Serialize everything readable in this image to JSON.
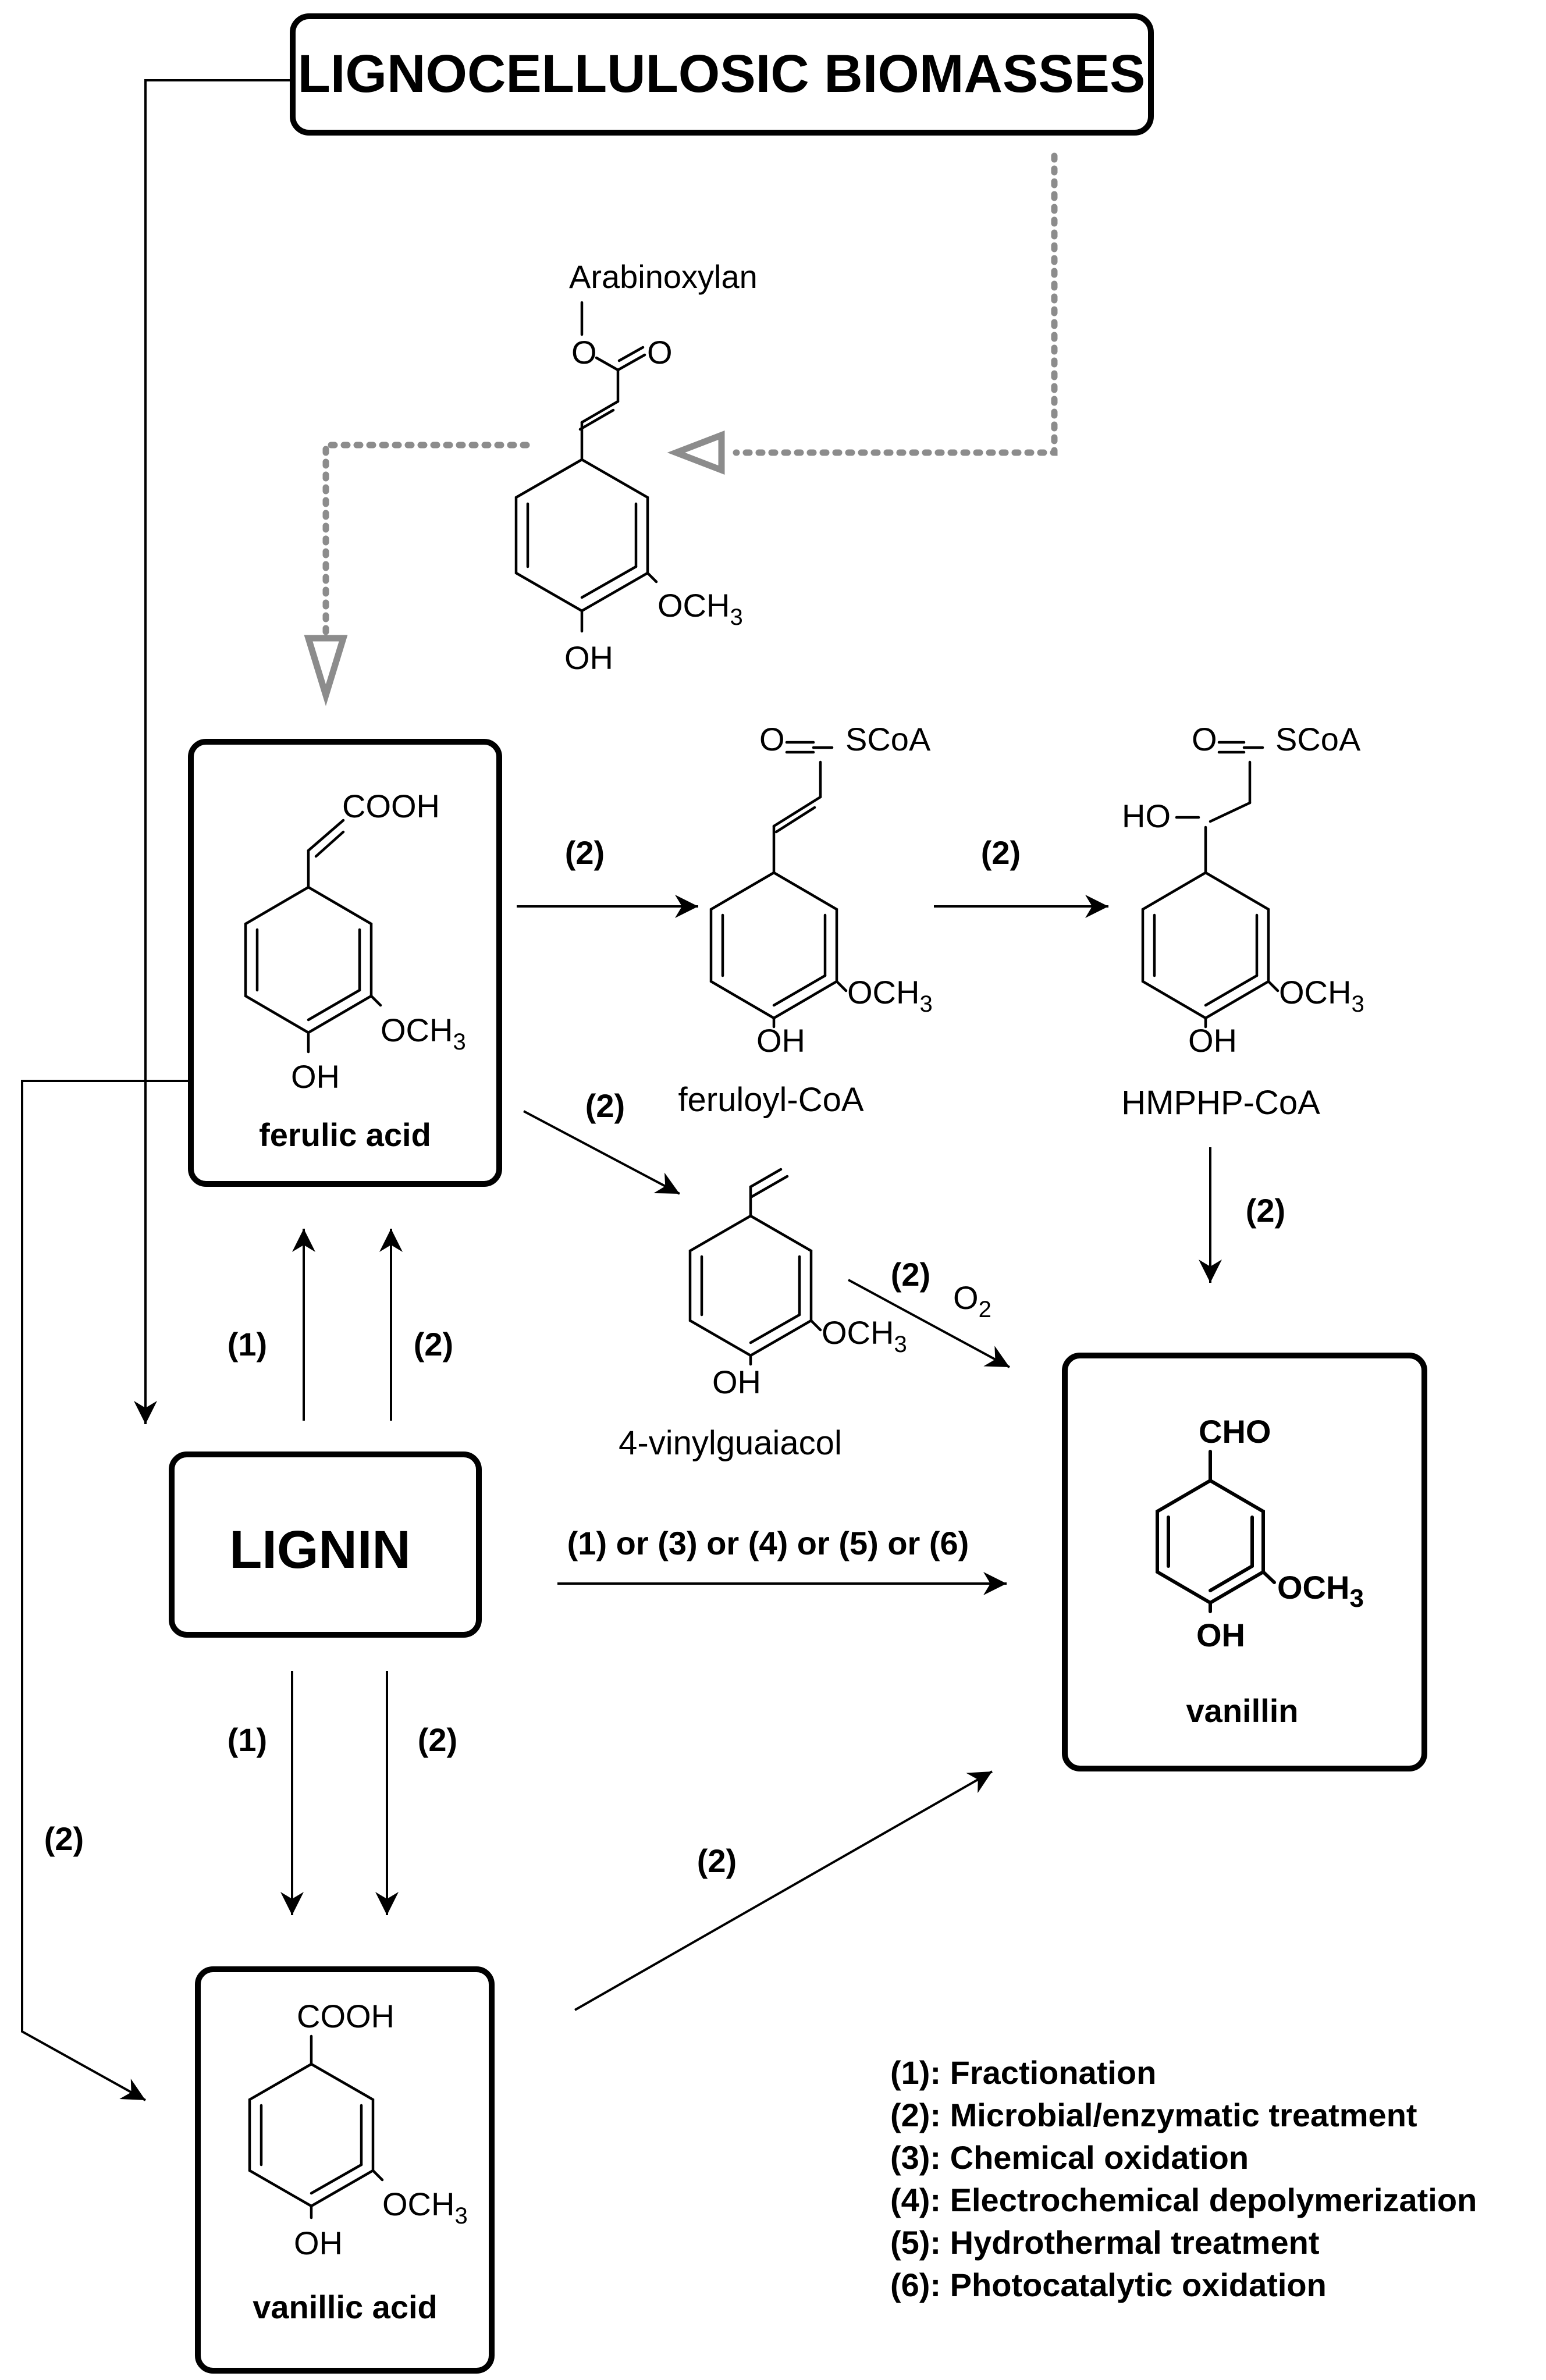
{
  "title": "LIGNOCELLULOSIC BIOMASSES",
  "arabinoxylan": {
    "label": "Arabinoxylan",
    "o_link": "O",
    "o_carbonyl": "O",
    "och3": "OCH",
    "sub3": "3",
    "oh": "OH"
  },
  "ferulic_acid": {
    "name": "ferulic acid",
    "cooh": "COOH",
    "och3": "OCH",
    "sub3": "3",
    "oh": "OH"
  },
  "feruloyl_coa": {
    "name": "feruloyl-CoA",
    "o": "O",
    "scoa": "SCoA",
    "och3": "OCH",
    "sub3": "3",
    "oh": "OH"
  },
  "hmphp_coa": {
    "name": "HMPHP-CoA",
    "o": "O",
    "scoa": "SCoA",
    "ho": "HO",
    "och3": "OCH",
    "sub3": "3",
    "oh": "OH"
  },
  "vinylguaiacol": {
    "name": "4-vinylguaiacol",
    "och3": "OCH",
    "sub3": "3",
    "oh": "OH"
  },
  "lignin": {
    "name": "LIGNIN"
  },
  "vanillin": {
    "name": "vanillin",
    "cho": "CHO",
    "och3": "OCH",
    "sub3": "3",
    "oh": "OH"
  },
  "vanillic_acid": {
    "name": "vanillic acid",
    "cooh": "COOH",
    "och3": "OCH",
    "sub3": "3",
    "oh": "OH"
  },
  "arrow_labels": {
    "fa_to_fcoa": "(2)",
    "fcoa_to_hmphp": "(2)",
    "fa_to_vg": "(2)",
    "hmphp_to_van": "(2)",
    "vg_to_van": "(2)",
    "o2": "O",
    "o2_sub": "2",
    "lignin_to_fa_1": "(1)",
    "lignin_to_fa_2": "(2)",
    "lignin_to_van": "(1) or (3) or (4) or (5) or (6)",
    "lignin_to_va_1": "(1)",
    "lignin_to_va_2": "(2)",
    "fa_to_va": "(2)",
    "va_to_van": "(2)"
  },
  "legend": [
    "(1): Fractionation",
    "(2): Microbial/enzymatic treatment",
    "(3): Chemical oxidation",
    "(4): Electrochemical depolymerization",
    "(5): Hydrothermal treatment",
    "(6): Photocatalytic oxidation"
  ],
  "colors": {
    "ink": "#000000",
    "dotted_arrow": "#8c8c8c",
    "background": "#ffffff"
  }
}
